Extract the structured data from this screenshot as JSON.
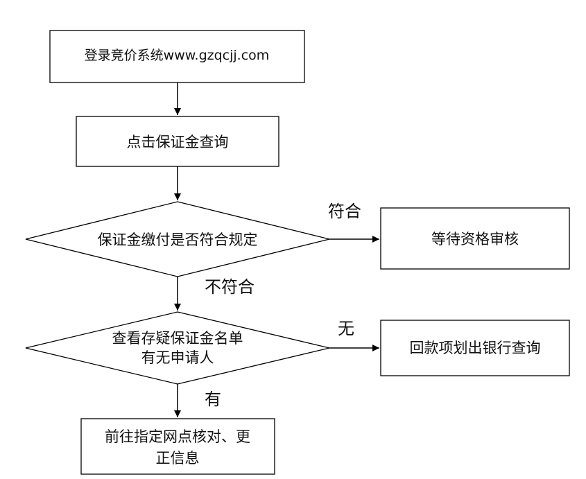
{
  "diagram": {
    "nodes": {
      "login": {
        "text": "登录竞价系统www.gzqcjj.com"
      },
      "query_deposit": {
        "text": "点击保证金查询"
      },
      "check_payment": {
        "text": "保证金缴付是否符合规定"
      },
      "wait_review": {
        "text": "等待资格审核"
      },
      "check_suspect": {
        "line1": "查看存疑保证金名单",
        "line2": "有无申请人"
      },
      "refund_query": {
        "text": "回款项划出银行查询"
      },
      "go_verify": {
        "line1": "前往指定网点核对、更",
        "line2": "正信息"
      }
    },
    "edge_labels": {
      "conform": "符合",
      "not_conform": "不符合",
      "none": "无",
      "have": "有"
    },
    "colors": {
      "stroke": "#000000",
      "fill": "#ffffff",
      "text": "#111111"
    }
  }
}
